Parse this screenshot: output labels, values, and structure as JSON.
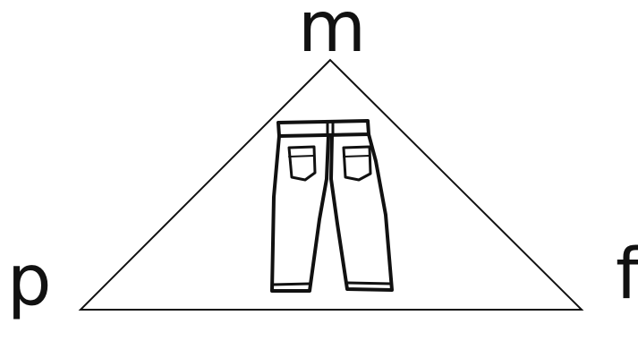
{
  "diagram": {
    "letters": {
      "top": "m",
      "left": "p",
      "right": "f"
    },
    "icons": {
      "center": "pants-icon"
    },
    "colors": {
      "ink": "#111111",
      "background": "#ffffff"
    }
  }
}
